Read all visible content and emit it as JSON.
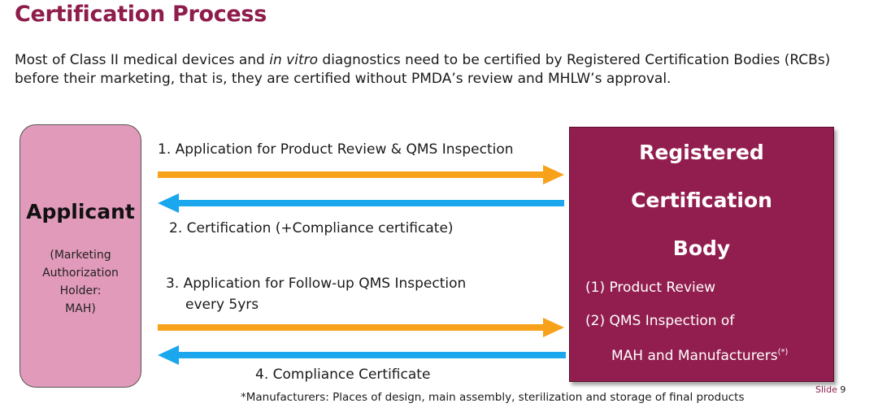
{
  "title": "Certification Process",
  "intro": {
    "part1": "Most of Class II medical devices and ",
    "italic": "in vitro",
    "part2": " diagnostics need to be certified by Registered Certification Bodies (RCBs) before their marketing, that is, they are certified without PMDA’s review and MHLW’s approval."
  },
  "applicant": {
    "heading": "Applicant",
    "sub_lines": [
      "(Marketing",
      "Authorization",
      "Holder:",
      "MAH)"
    ]
  },
  "rcb": {
    "lines": [
      "Registered",
      "Certification",
      "Body"
    ],
    "item1": "(1) Product Review",
    "item2": "(2) QMS Inspection of",
    "item3": "MAH and Manufacturers",
    "item3_mark": "(*)"
  },
  "steps": {
    "step1": "1. Application for Product Review & QMS Inspection",
    "step2": "2. Certification  (+Compliance certificate)",
    "step3_line1": "3.  Application for  Follow-up QMS Inspection",
    "step3_line2": "every 5yrs",
    "step4": "4. Compliance Certificate"
  },
  "footnote": "*Manufacturers: Places of design, main assembly, sterilization and storage of final products",
  "slide": {
    "label": "Slide",
    "number": "9"
  },
  "colors": {
    "title": "#8e1d4c",
    "applicant_box": "#e29aba",
    "rcb_box": "#921e4f",
    "arrow_request": "#f8a11a",
    "arrow_response": "#1aa7ee"
  }
}
